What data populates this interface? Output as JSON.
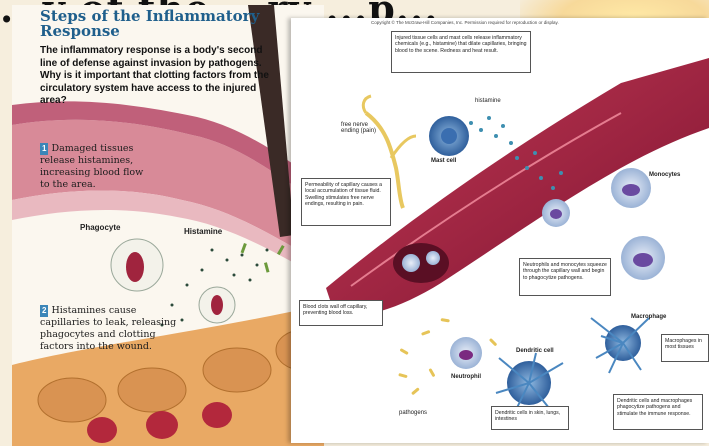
{
  "slide_title": "...y of the ...ry ...p...",
  "left_page": {
    "title": "Steps of the Inflammatory Response",
    "intro": "The inflammatory response is a body's second line of defense against invasion by pathogens. Why is it important that clotting factors from the circulatory system have access to the injured area?",
    "step1_num": "1",
    "step1_text": "Damaged tissues release histamines, increasing blood flow to the area.",
    "step2_num": "2",
    "step2_text": "Histamines cause capillaries to leak, releasing phagocytes and clotting factors into the wound.",
    "label_phagocyte": "Phagocyte",
    "label_histamine": "Histamine"
  },
  "right_page": {
    "copyright": "Copyright © The McGraw-Hill Companies, Inc. Permission required for reproduction or display.",
    "box_injured": "Injured tissue cells and mast cells release inflammatory chemicals (e.g., histamine) that dilate capillaries, bringing blood to the scene. Redness and heat result.",
    "box_permeability": "Permeability of capillary causes a local accumulation of tissue fluid. Swelling stimulates free nerve endings, resulting in pain.",
    "box_neutrophils": "Neutrophils and monocytes squeeze through the capillary wall and begin to phagocytize pathogens.",
    "box_clots": "Blood clots wall off capillary, preventing blood loss.",
    "box_macrophages_lt": "Macrophages in most tissues",
    "box_dendritic_skin": "Dendritic cells in skin, lungs, intestines",
    "box_dendritic_macro": "Dendritic cells and macrophages phagocytize pathogens and stimulate the immune response.",
    "label_histamine": "histamine",
    "label_free_nerve": "free nerve ending (pain)",
    "label_mast_cell": "Mast cell",
    "label_monocytes": "Monocytes",
    "label_macrophage": "Macrophage",
    "label_dendritic": "Dendritic cell",
    "label_neutrophil": "Neutrophil",
    "label_pathogens": "pathogens"
  },
  "colors": {
    "title_blue": "#1f5f8c",
    "vessel": "#9b1c3a",
    "skin": "#d27c8c",
    "cell_blue": "#5a86b8"
  }
}
